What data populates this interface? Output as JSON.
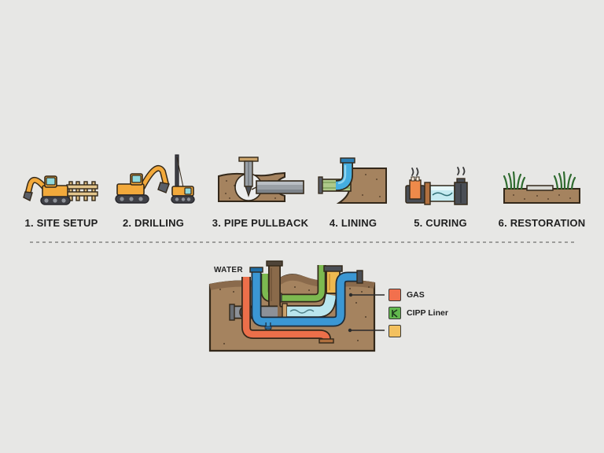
{
  "steps": [
    {
      "label": "1. SITE SETUP",
      "icon": "excavator-with-barricade-icon"
    },
    {
      "label": "2. DRILLING",
      "icon": "excavator-and-drill-rig-icon"
    },
    {
      "label": "3. PIPE PULLBACK",
      "icon": "bore-hole-pipe-pull-icon"
    },
    {
      "label": "4. LINING",
      "icon": "liner-elbow-insertion-icon"
    },
    {
      "label": "5. CURING",
      "icon": "steam-curing-pipe-icon"
    },
    {
      "label": "6. RESTORATION",
      "icon": "restored-grass-surface-icon"
    }
  ],
  "diagram": {
    "water_label": "WATER",
    "legend": {
      "items": [
        {
          "label": "GAS",
          "color": "#f2704d"
        },
        {
          "label": "CIPP Liner",
          "color": "#62b84e"
        },
        {
          "label": "",
          "color": "#f3c15f"
        }
      ]
    }
  },
  "colors": {
    "background": "#e7e7e5",
    "text": "#1f1f1f",
    "divider": "#9c9c9a",
    "soil": "#a5835f",
    "soil_outline": "#33281a",
    "water_pipe_blue": "#3b97d3",
    "gas_pipe_orange": "#ec6f4a",
    "cipp_liner_cyan": "#b9e6ee",
    "utility_pipe_green": "#7cb950",
    "machinery_orange": "#f2a93b"
  }
}
